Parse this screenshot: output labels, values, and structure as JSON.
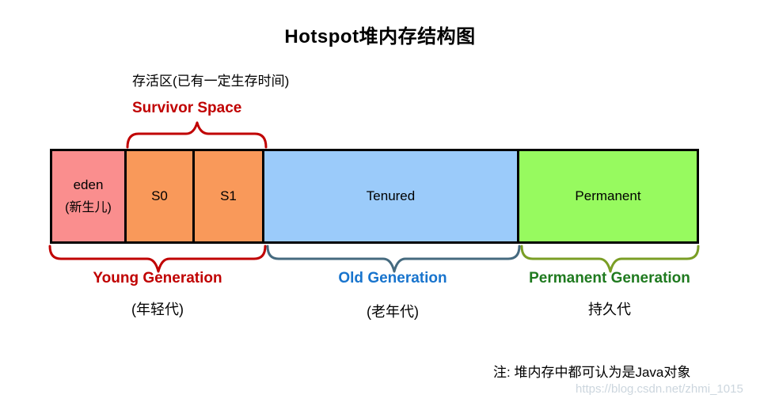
{
  "title": "Hotspot堆内存结构图",
  "survivor": {
    "note": "存活区(已有一定生存时间)",
    "label": "Survivor Space",
    "label_color": "#c00000",
    "brace_color": "#c00000"
  },
  "blocks": [
    {
      "label": "eden",
      "sublabel": "(新生儿)",
      "color": "#fa8e8e"
    },
    {
      "label": "S0",
      "color": "#f9995a"
    },
    {
      "label": "S1",
      "color": "#f9995a"
    },
    {
      "label": "Tenured",
      "color": "#9bcbfa"
    },
    {
      "label": "Permanent",
      "color": "#97fa5f"
    }
  ],
  "generations": [
    {
      "label": "Young Generation",
      "sublabel": "(年轻代)",
      "label_color": "#c00000",
      "brace_color": "#c00000"
    },
    {
      "label": "Old Generation",
      "sublabel": "(老年代)",
      "label_color": "#1874cd",
      "brace_color": "#456a7f"
    },
    {
      "label": "Permanent Generation",
      "sublabel": "持久代",
      "label_color": "#1f7a1f",
      "brace_color": "#7a9e25"
    }
  ],
  "footnote": "注: 堆内存中都可认为是Java对象",
  "watermark": "https://blog.csdn.net/zhmi_1015"
}
